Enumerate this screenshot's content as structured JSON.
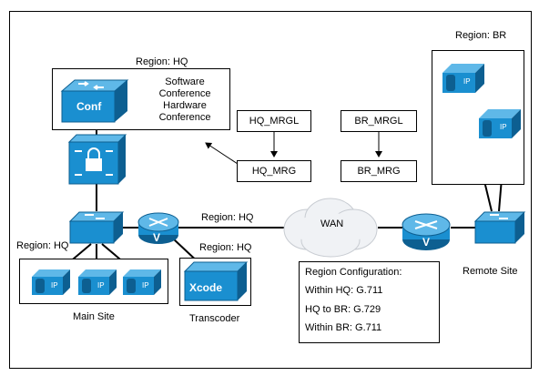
{
  "regions": {
    "hq_top": "Region: HQ",
    "br_top": "Region: BR",
    "hq_main": "Region: HQ",
    "hq_link": "Region: HQ",
    "hq_xcode": "Region: HQ"
  },
  "conference": {
    "icon_label": "Conf",
    "text": [
      "Software",
      "Conference",
      "Hardware",
      "Conference"
    ]
  },
  "mrg": {
    "hq_mrgl": "HQ_MRGL",
    "hq_mrg": "HQ_MRG",
    "br_mrgl": "BR_MRGL",
    "br_mrg": "BR_MRG"
  },
  "wan": "WAN",
  "transcoder": {
    "icon_label": "Xcode",
    "caption": "Transcoder"
  },
  "main_site": "Main Site",
  "remote_site": "Remote Site",
  "phone_label": "IP",
  "router_label": "V",
  "config": {
    "title": "Region Configuration:",
    "lines": [
      "Within HQ: G.711",
      "HQ to BR: G.729",
      "Within BR: G.711"
    ]
  },
  "colors": {
    "device_blue": "#1a8fd0",
    "device_dark": "#0d5f91",
    "border": "#000000"
  }
}
